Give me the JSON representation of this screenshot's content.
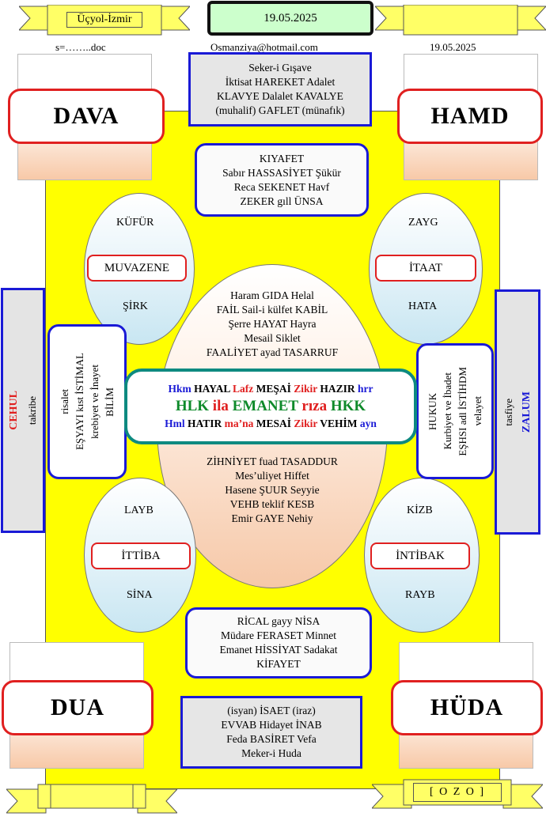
{
  "header": {
    "location": "Üçyol-İzmir",
    "date_box": "19.05.2025",
    "file": "s=……..doc",
    "email": "Osmanziya@hotmail.com",
    "date_right": "19.05.2025"
  },
  "corners": {
    "top_left": "DAVA",
    "top_right": "HAMD",
    "bottom_left": "DUA",
    "bottom_right": "HÜDA"
  },
  "top_box": [
    "Seker-i Gışave",
    "İktisat HAREKET Adalet",
    "KLAVYE Dalalet KAVALYE",
    "(muhalif) GAFLET (münafık)"
  ],
  "second_box": [
    "KIYAFET",
    "Sabır  HASSASİYET  Şükür",
    "Reca  SEKENET Havf",
    "ZEKER gıll ÜNSA"
  ],
  "ovals": {
    "top_left": {
      "top": "KÜFÜR",
      "pill": "MUVAZENE",
      "bottom": "ŞİRK"
    },
    "top_right": {
      "top": "ZAYG",
      "pill": "İTAAT",
      "bottom": "HATA"
    },
    "bottom_left": {
      "top": "LAYB",
      "pill": "İTTİBA",
      "bottom": "SİNA"
    },
    "bottom_right": {
      "top": "KİZB",
      "pill": "İNTİBAK",
      "bottom": "RAYB"
    }
  },
  "center_upper": [
    "Haram GIDA Helal",
    "FAİL Sail-i külfet KABİL",
    "Şerre HAYAT Hayra",
    "Mesail Siklet",
    "FAALİYET ayad TASARRUF"
  ],
  "center_lower": [
    "ZİHNİYET  fuad TASADDUR",
    "Mes’uliyet Hiffet",
    "Hasene ŞUUR Seyyie",
    "VEHB  teklif KESB",
    "Emir GAYE Nehiy"
  ],
  "band": {
    "row1": [
      {
        "t": "Hkm ",
        "c": "#1a1ad6"
      },
      {
        "t": "HAYAL ",
        "c": "#000000"
      },
      {
        "t": "Lafz  ",
        "c": "#e02020"
      },
      {
        "t": "MEŞAİ ",
        "c": "#000000"
      },
      {
        "t": "Zikir ",
        "c": "#e02020"
      },
      {
        "t": "HAZIR ",
        "c": "#000000"
      },
      {
        "t": "hrr",
        "c": "#1a1ad6"
      }
    ],
    "row2": [
      {
        "t": "HLK ",
        "c": "#0e8a2a"
      },
      {
        "t": " ila ",
        "c": "#e02020"
      },
      {
        "t": "EMANET ",
        "c": "#0e8a2a"
      },
      {
        "t": "rıza ",
        "c": "#e02020"
      },
      {
        "t": "HKK",
        "c": "#0e8a2a"
      }
    ],
    "row3": [
      {
        "t": "Hml ",
        "c": "#1a1ad6"
      },
      {
        "t": "HATIR  ",
        "c": "#000000"
      },
      {
        "t": "ma’na ",
        "c": "#e02020"
      },
      {
        "t": "MESAİ ",
        "c": "#000000"
      },
      {
        "t": "Zikir  ",
        "c": "#e02020"
      },
      {
        "t": "VEHİM ",
        "c": "#000000"
      },
      {
        "t": "ayn",
        "c": "#1a1ad6"
      }
    ]
  },
  "left_inner": [
    "risalet",
    "EŞYAYI kıst  İSTİMAL",
    "krebiyet ve İnayet",
    "BİLİM"
  ],
  "right_inner": [
    "HUKUK",
    "Kurbiyet ve İbadet",
    "EŞHSI adl İSTİHDM",
    "velayet"
  ],
  "left_side": {
    "title": "CEHUL",
    "sub": "takribe"
  },
  "right_side": {
    "sub": "tasfiye",
    "title": "ZALUM"
  },
  "lower_box": [
    "RİCAL  gayy NİSA",
    "Müdare FERASET Minnet",
    "Emanet  HİSSİYAT Sadakat",
    "KİFAYET"
  ],
  "bottom_box": [
    "(isyan) İSAET (iraz)",
    "EVVAB Hidayet İNAB",
    "Feda BASİRET Vefa",
    "Meker-i Huda"
  ],
  "footer": {
    "right_banner": "[ O Z O ]"
  },
  "colors": {
    "blue": "#1a1ad6",
    "red": "#e02020",
    "green": "#0e8a2a",
    "teal": "#0e8a80",
    "yellow": "#ffff00"
  }
}
